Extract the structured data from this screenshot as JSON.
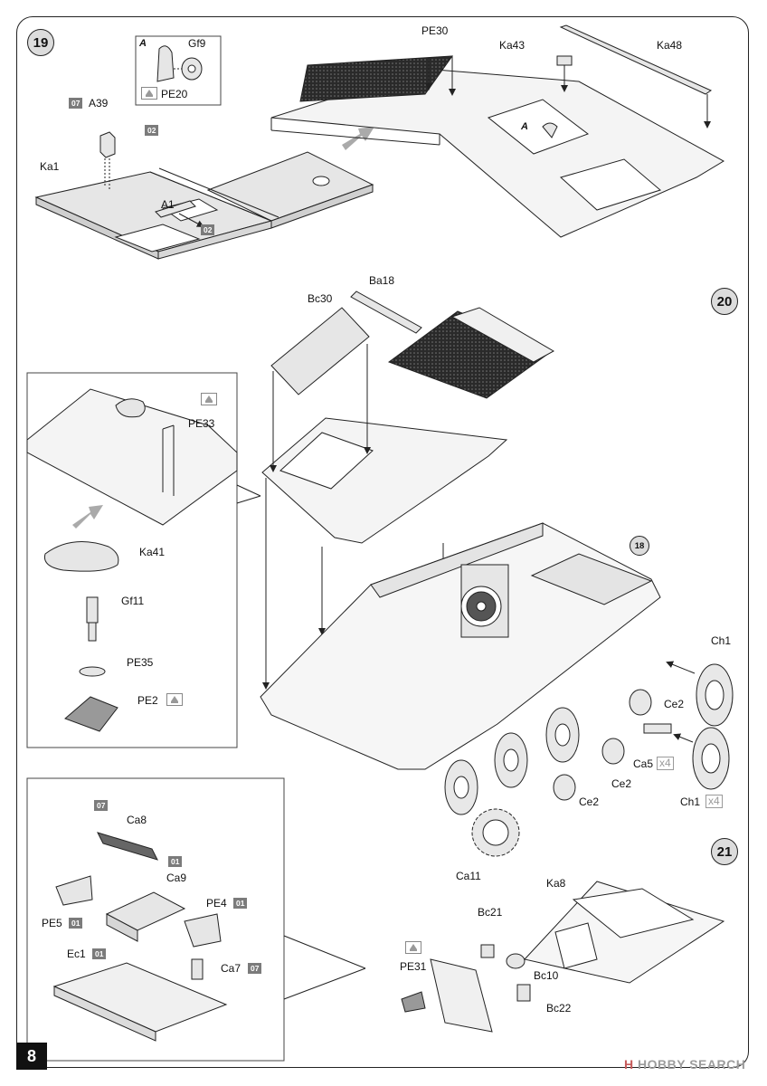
{
  "page": {
    "number": "8"
  },
  "watermark": {
    "brand_mark": "H",
    "text": "HOBBY SEARCH"
  },
  "steps": [
    {
      "number": "19"
    },
    {
      "number": "20"
    },
    {
      "number": "21"
    }
  ],
  "sub_assembly_ref": "18",
  "inset_letter": "A",
  "parts": {
    "A39": "A39",
    "Ka1": "Ka1",
    "A1": "A1",
    "Gf9": "Gf9",
    "PE20": "PE20",
    "PE30": "PE30",
    "Ka43": "Ka43",
    "Ka48": "Ka48",
    "Bc30": "Bc30",
    "Ba18": "Ba18",
    "PE33": "PE33",
    "Ka41": "Ka41",
    "Gf11": "Gf11",
    "PE35": "PE35",
    "PE2": "PE2",
    "Ch1_a": "Ch1",
    "Ce2_a": "Ce2",
    "Ca5": "Ca5",
    "Ce2_b": "Ce2",
    "Ch1_b": "Ch1",
    "Ce2_c": "Ce2",
    "Ca11": "Ca11",
    "Ca8": "Ca8",
    "Ca9": "Ca9",
    "PE4": "PE4",
    "PE5": "PE5",
    "Ec1": "Ec1",
    "Ca7": "Ca7",
    "Ka8": "Ka8",
    "Bc21": "Bc21",
    "PE31": "PE31",
    "Bc10": "Bc10",
    "Bc22": "Bc22"
  },
  "colour_tags": {
    "A39": "07",
    "rail": "02",
    "A1": "02",
    "Ca8": "07",
    "Ca9": "01",
    "PE4": "01",
    "PE5": "01",
    "Ec1": "01",
    "Ca7": "07"
  },
  "quantities": {
    "Ca5": "x4",
    "Ch1": "x4"
  },
  "colors": {
    "line": "#222222",
    "part_fill": "#e6e6e6",
    "tag_bg": "#7b7b7b",
    "step_circle": "#dcdcdc",
    "mesh": "#2a2a2a"
  }
}
